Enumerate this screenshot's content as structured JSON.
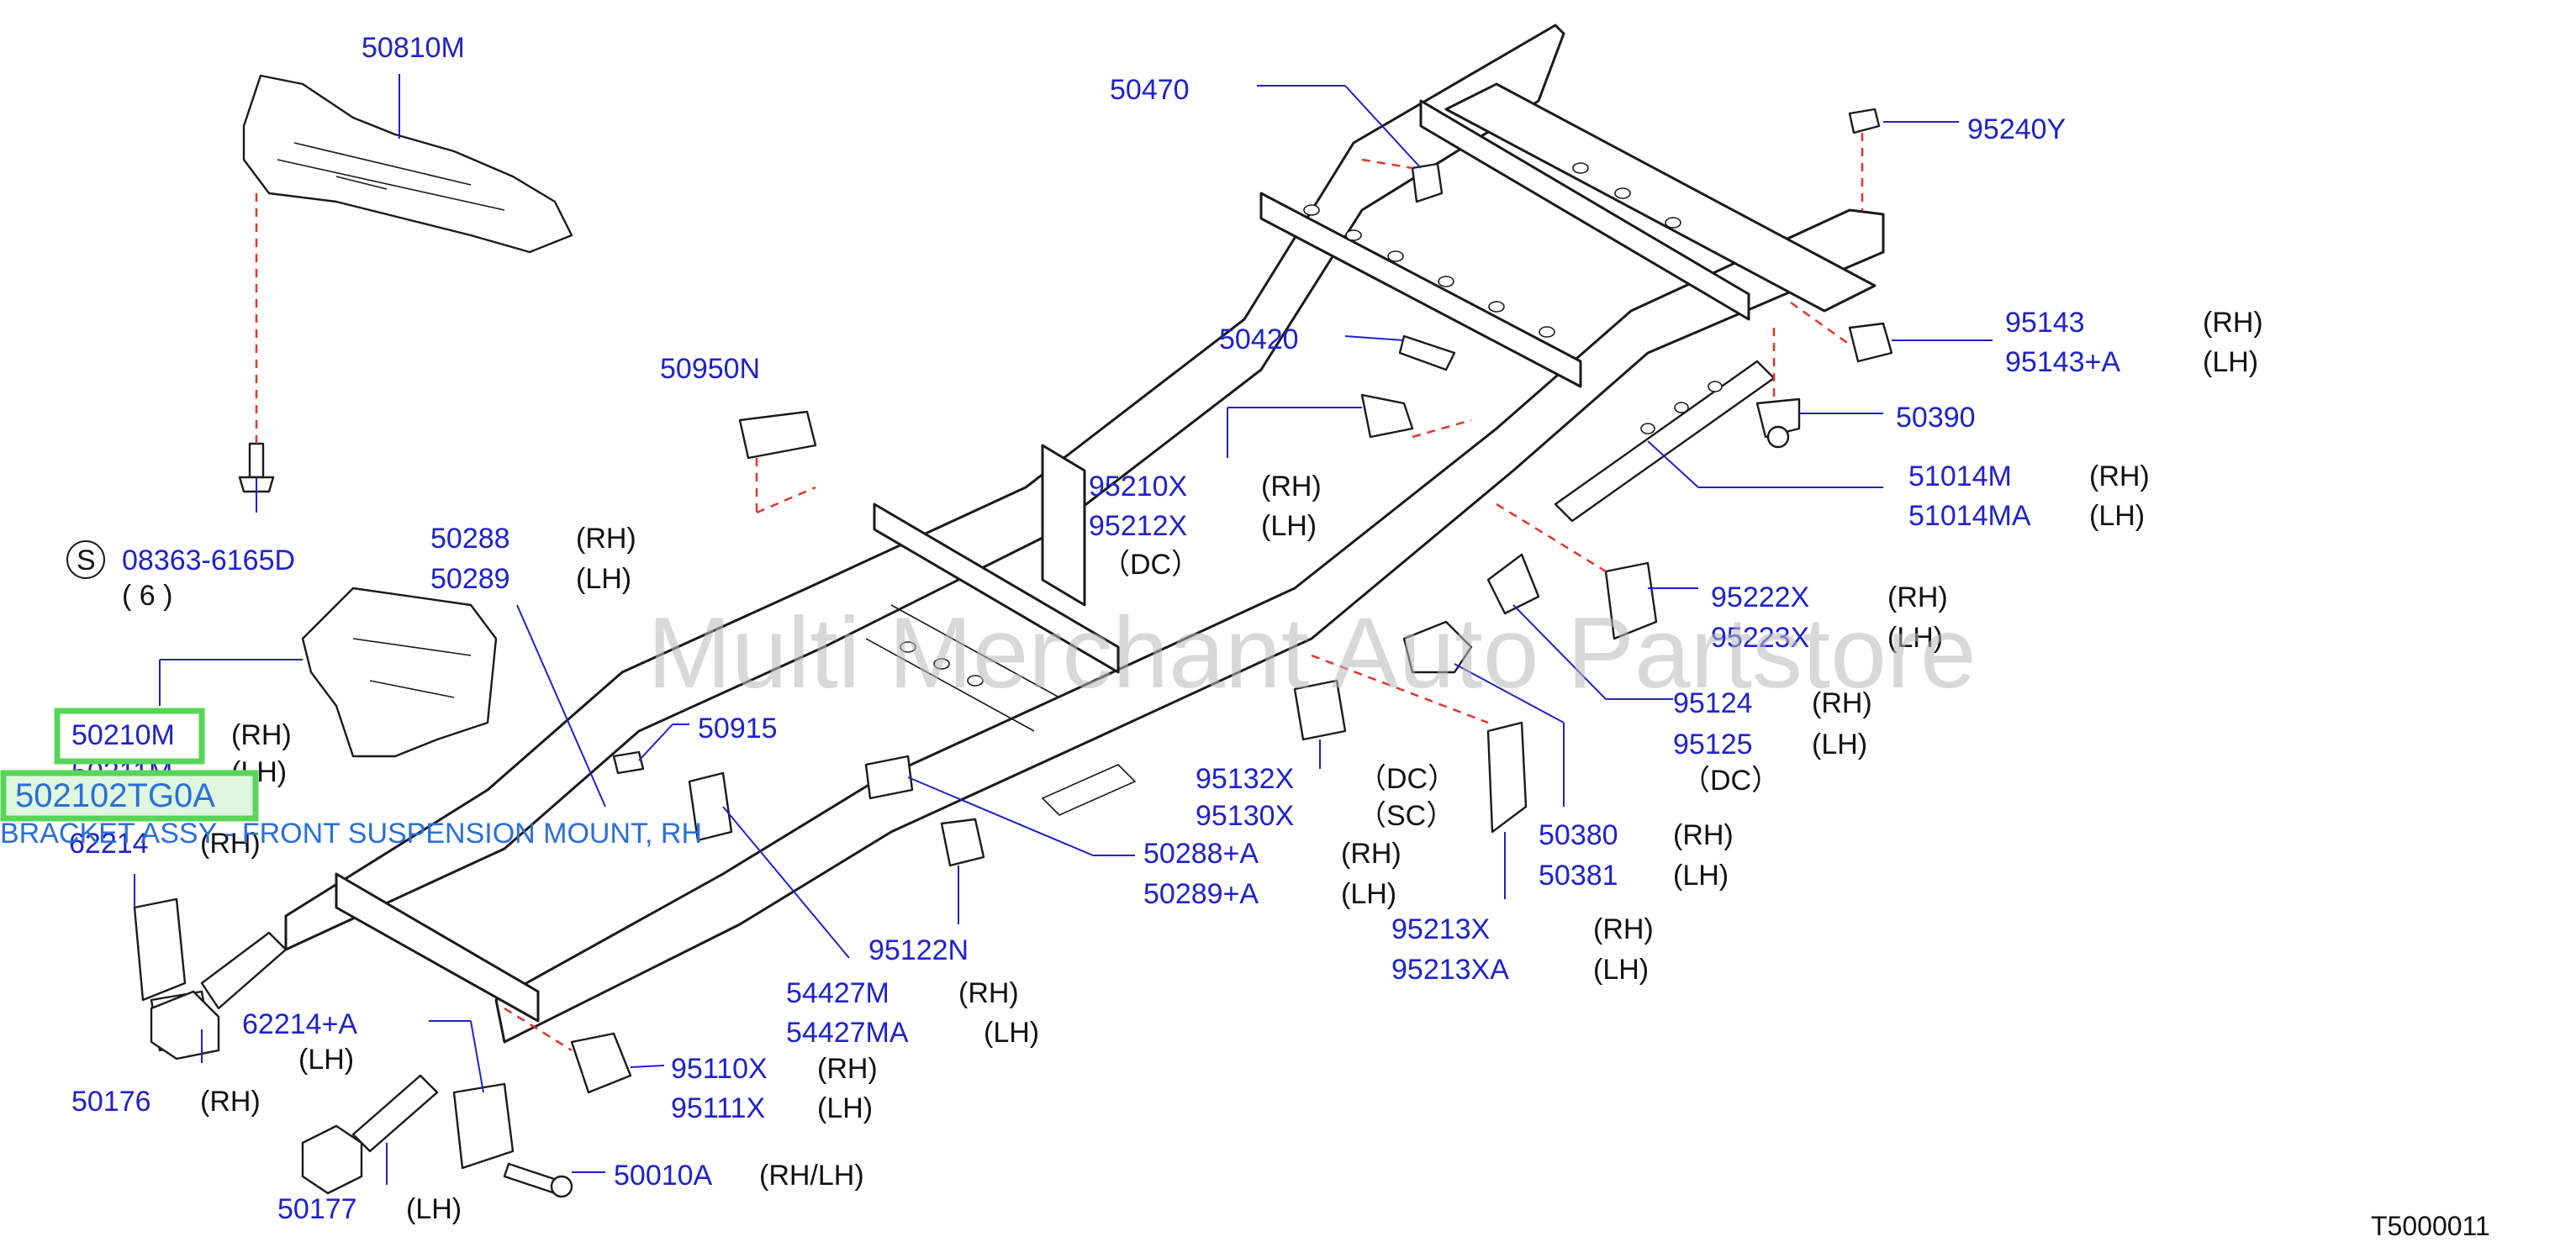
{
  "watermark": "Multi Merchant Auto Partstore",
  "diagram_code": "T5000011",
  "callouts": {
    "c50810M": "50810M",
    "c50470": "50470",
    "c95240Y": "95240Y",
    "c95143": "95143",
    "c95143A": "95143+A",
    "c50420": "50420",
    "c50390": "50390",
    "c50950N": "50950N",
    "c51014M": "51014M",
    "c51014MA": "51014MA",
    "c95210X": "95210X",
    "c95212X": "95212X",
    "c08363": "08363-6165D",
    "c50288": "50288",
    "c50289": "50289",
    "c95222X": "95222X",
    "c95223X": "95223X",
    "c50210M": "50210M",
    "c50211M": "50211M",
    "c50915": "50915",
    "c95124": "95124",
    "c95125": "95125",
    "c62214": "62214",
    "c95132X": "95132X",
    "c95130X": "95130X",
    "c50380": "50380",
    "c50381": "50381",
    "c50288A": "50288+A",
    "c50289A": "50289+A",
    "c95213X": "95213X",
    "c95213XA": "95213XA",
    "c95122N": "95122N",
    "c54427M": "54427M",
    "c54427MA": "54427MA",
    "c62214A": "62214+A",
    "c95110X": "95110X",
    "c95111X": "95111X",
    "c50176": "50176",
    "c50177": "50177",
    "c50010A": "50010A"
  },
  "sides": {
    "rh": "(RH)",
    "lh": "(LH)",
    "rhlh": "(RH/LH)",
    "dc": "（DC）",
    "sc": "（SC）",
    "qty6": "( 6 )",
    "s_mark": "S"
  },
  "highlight": {
    "selected_part": "50210M",
    "part_number": "502102TG0A",
    "description": "BRACKET ASSY - FRONT SUSPENSION MOUNT, RH"
  },
  "colors": {
    "callout": "#1f22c9",
    "leader_dash": "#e0342f",
    "highlight": "#58d558",
    "description": "#2b6fd6"
  }
}
